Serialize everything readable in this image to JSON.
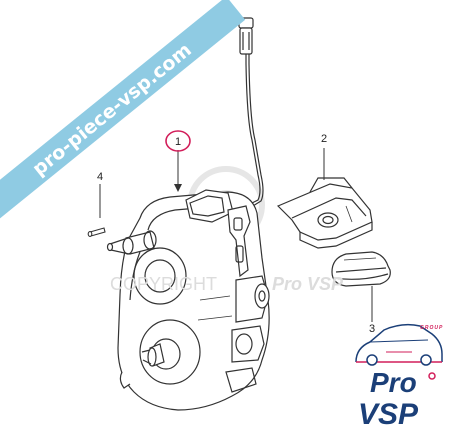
{
  "banner": {
    "text": "pro-piece-vsp.com",
    "color": "#8fcbe3"
  },
  "watermark": {
    "copyright_text": "COPYRIGHT",
    "brand_text": "Pro VSP"
  },
  "callouts": [
    {
      "number": "1",
      "part": "gearbox"
    },
    {
      "number": "2",
      "part": "bracket"
    },
    {
      "number": "3",
      "part": "rubber-cap"
    },
    {
      "number": "4",
      "part": "pin"
    }
  ],
  "logo": {
    "tagline": "GROUP",
    "line1": "Pro",
    "line2": "VSP",
    "colors": {
      "navy": "#1b3f78",
      "accent": "#d21e5a"
    }
  },
  "highlight_color": "#d21e5a"
}
